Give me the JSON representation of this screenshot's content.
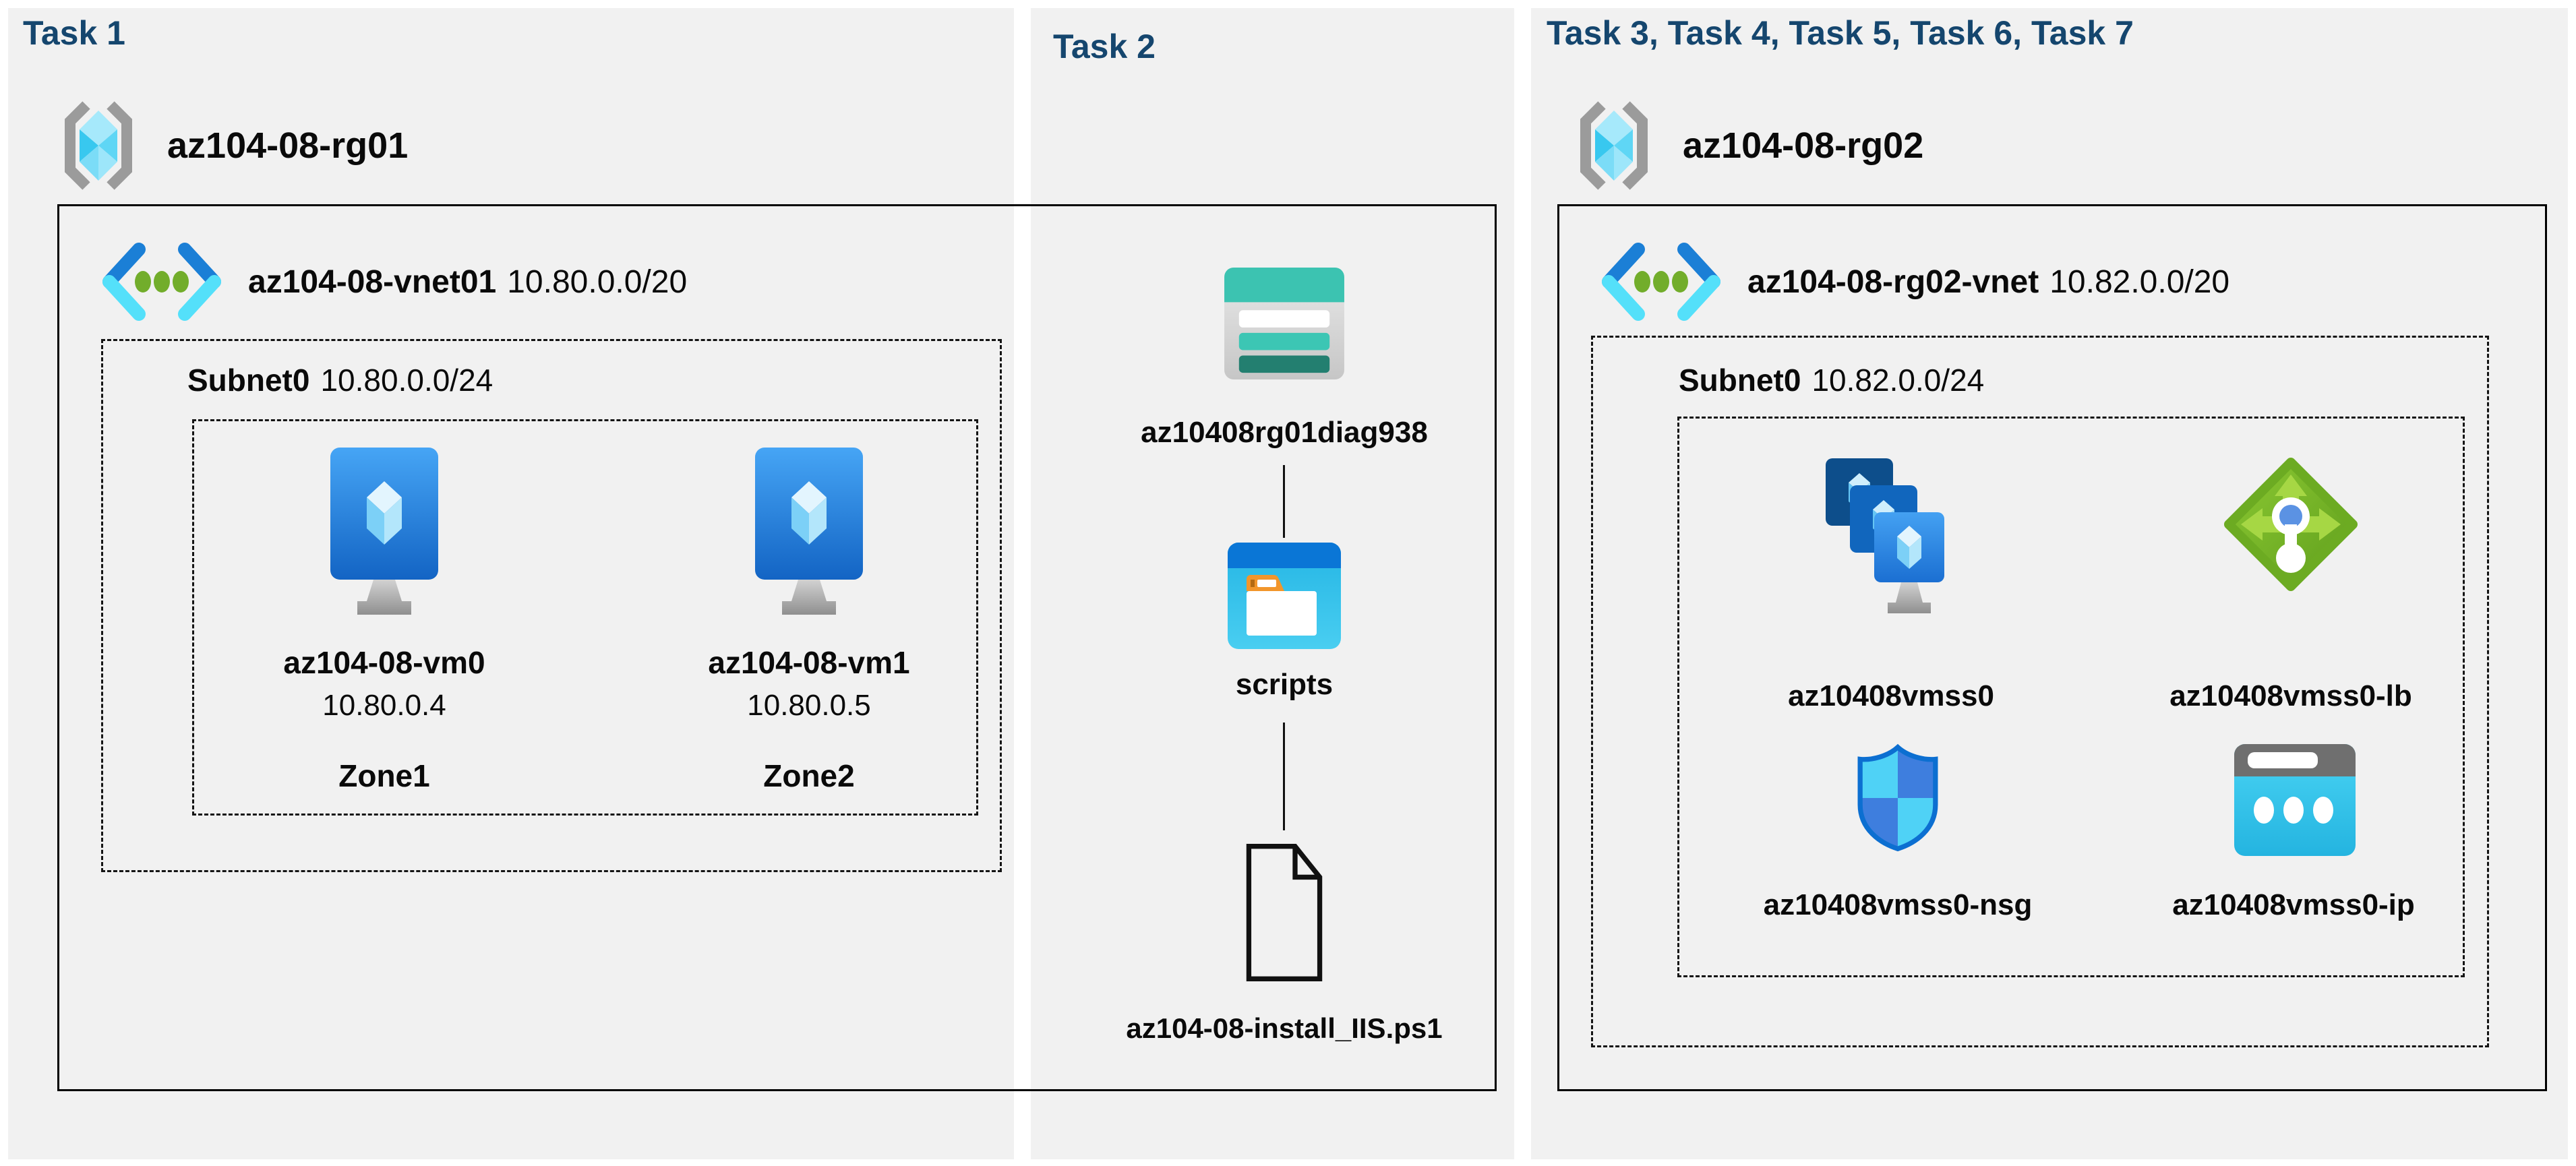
{
  "colors": {
    "title_navy": "#15466e",
    "panel_bg": "#f1f1f1",
    "boundary_black": "#000000",
    "storage_teal": "#3cc3b1",
    "storage_teal_dark": "#237f70",
    "vm_blue": "#1b76d4",
    "vnet_blue": "#1b7fd6",
    "vnet_cyan": "#54e0fa",
    "vnet_dot_green": "#72ad2b",
    "lb_green": "#74b42a",
    "folder_orange": "#f2962b",
    "public_ip_cyan": "#35c9ee",
    "nsg_blue": "#3e7ede",
    "nsg_cyan": "#4fd2f6"
  },
  "panels": [
    {
      "title": "Task 1",
      "rg": {
        "name": "az104-08-rg01"
      },
      "vnet": {
        "name": "az104-08-vnet01",
        "cidr": "10.80.0.0/20"
      },
      "subnet": {
        "name": "Subnet0",
        "cidr": "10.80.0.0/24"
      },
      "vms": [
        {
          "name": "az104-08-vm0",
          "ip": "10.80.0.4",
          "zone": "Zone1"
        },
        {
          "name": "az104-08-vm1",
          "ip": "10.80.0.5",
          "zone": "Zone2"
        }
      ]
    },
    {
      "title": "Task 2",
      "nodes": {
        "storage": {
          "label": "az10408rg01diag938"
        },
        "folder": {
          "label": "scripts"
        },
        "file": {
          "label": "az104-08-install_IIS.ps1"
        }
      }
    },
    {
      "title": "Task 3, Task 4, Task 5, Task 6, Task 7",
      "rg": {
        "name": "az104-08-rg02"
      },
      "vnet": {
        "name": "az104-08-rg02-vnet",
        "cidr": "10.82.0.0/20"
      },
      "subnet": {
        "name": "Subnet0",
        "cidr": "10.82.0.0/24"
      },
      "resources": {
        "vmss": {
          "label": "az10408vmss0"
        },
        "lb": {
          "label": "az10408vmss0-lb"
        },
        "nsg": {
          "label": "az10408vmss0-nsg"
        },
        "ip": {
          "label": "az10408vmss0-ip"
        }
      }
    }
  ]
}
